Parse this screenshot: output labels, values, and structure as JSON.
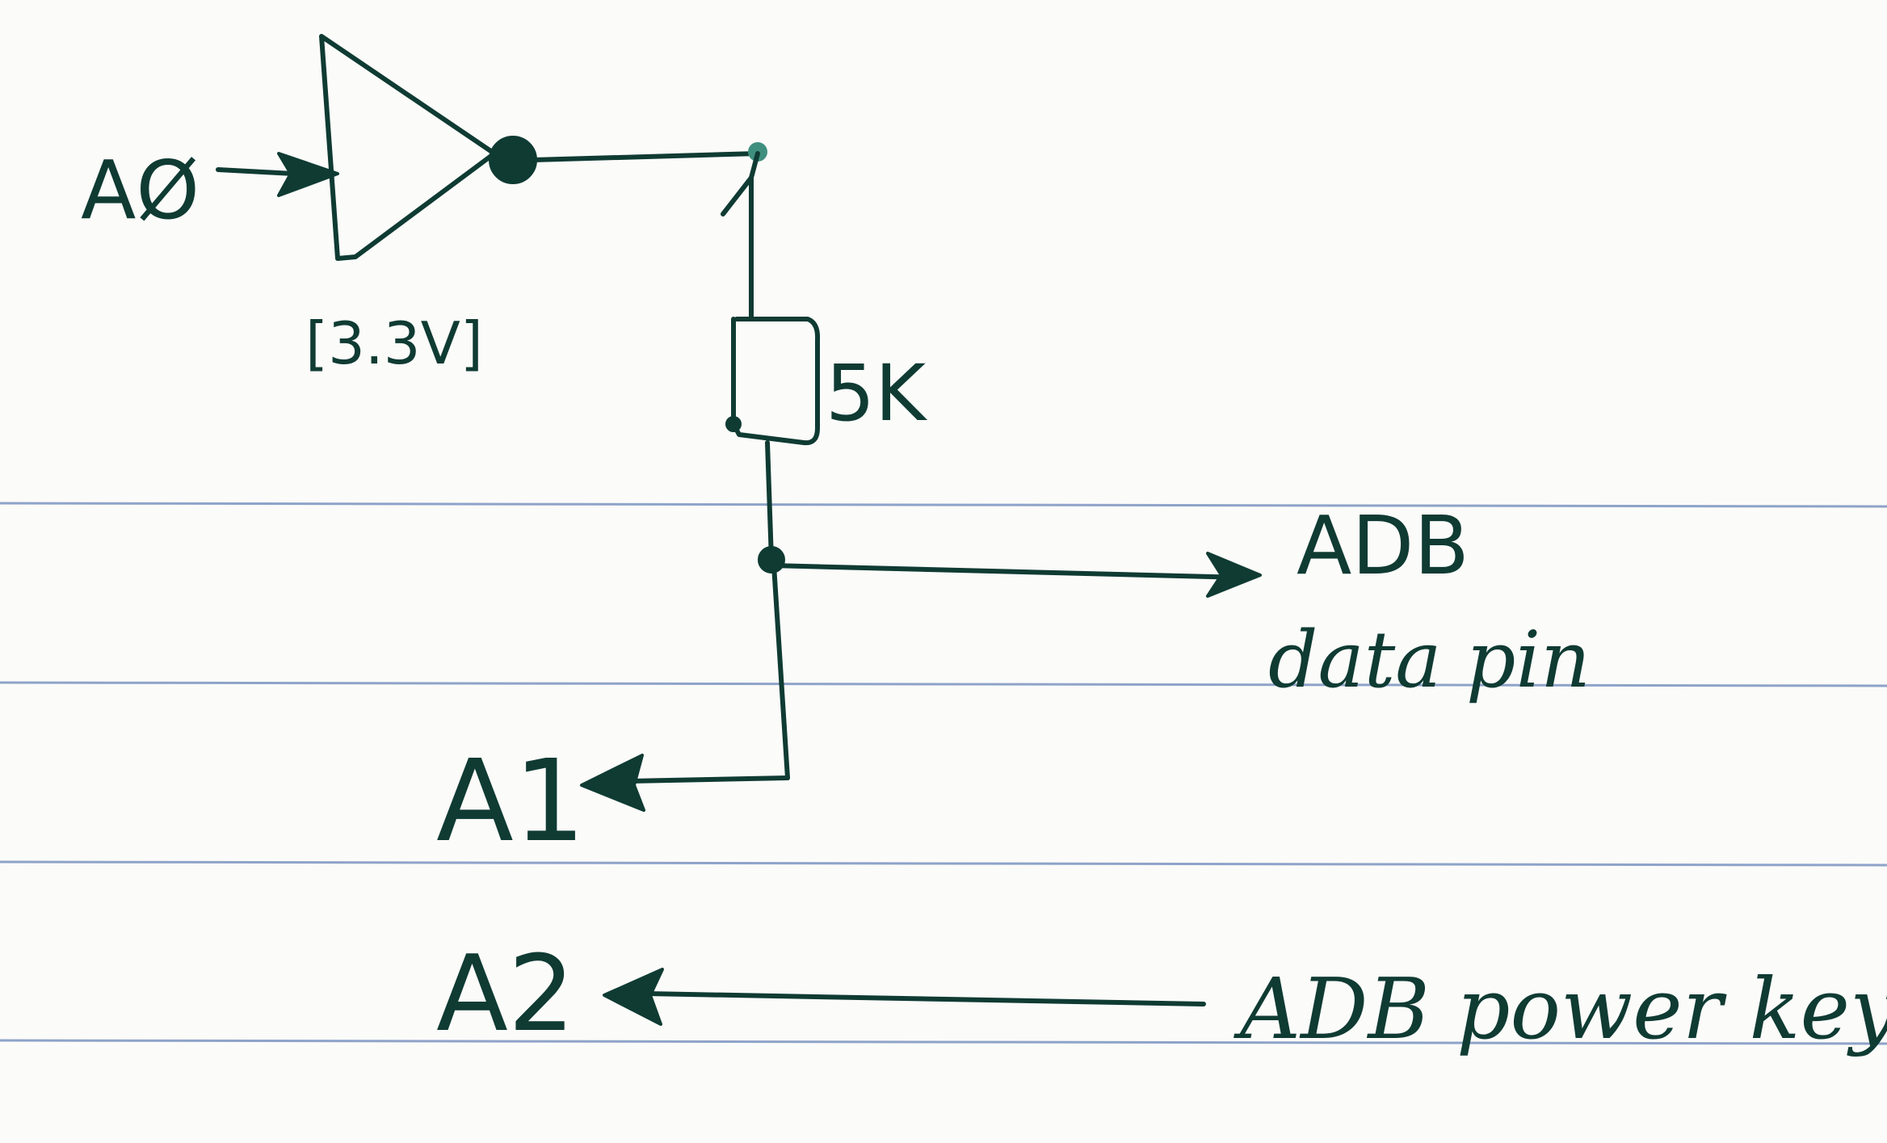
{
  "colors": {
    "ink": "#0f3b33",
    "paper": "#fbfbf9",
    "rule_lines": "#8ea3c9"
  },
  "labels": {
    "input_a0": "AØ",
    "buffer_voltage": "[3.3V]",
    "resistor_value": "5K",
    "adb_data_line1": "ADB",
    "adb_data_line2": "data pin",
    "output_a1": "A1",
    "output_a2": "A2",
    "adb_power_key": "ADB power key"
  },
  "icons": {
    "buffer": "triangle-buffer-icon",
    "resistor": "resistor-icon",
    "junction": "junction-dot-icon",
    "arrow": "arrowhead-icon"
  }
}
